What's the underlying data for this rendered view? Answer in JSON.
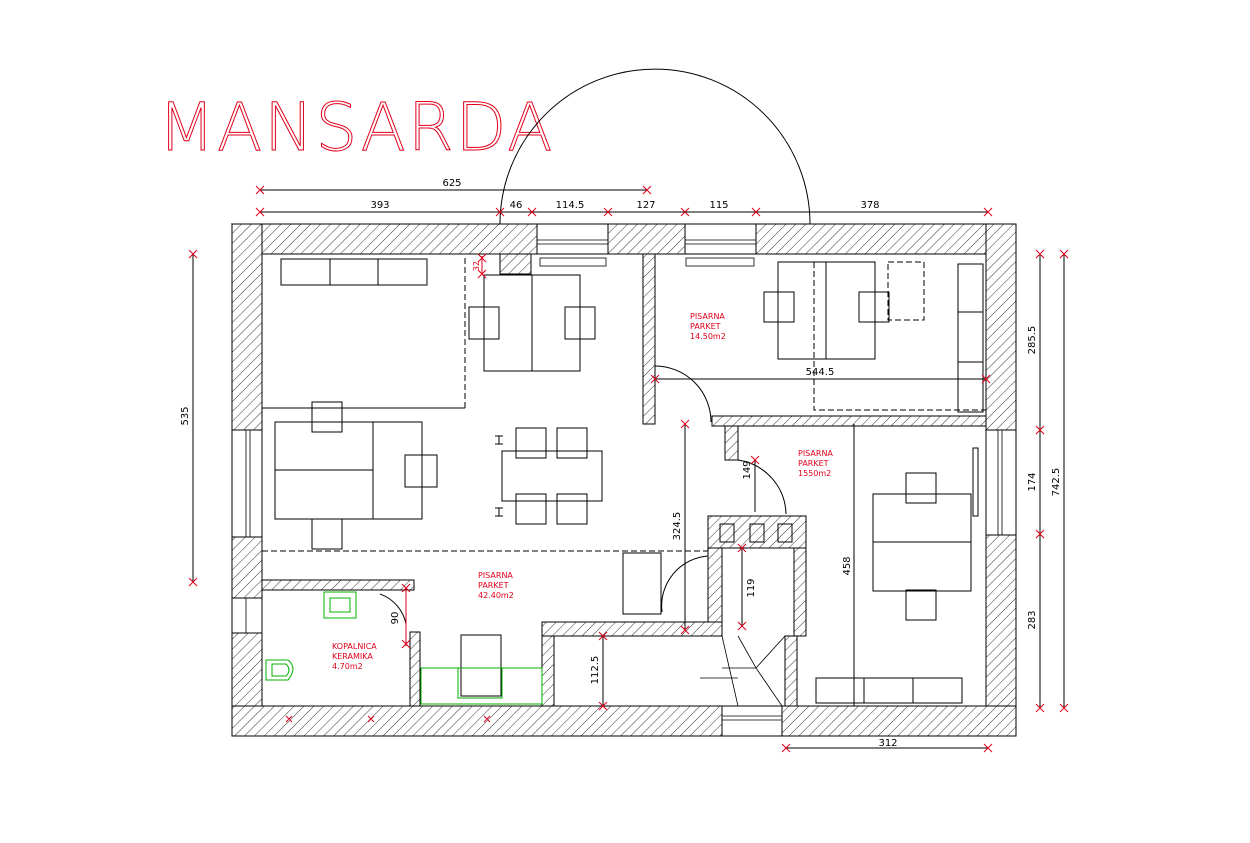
{
  "title": "MANSARDA",
  "dimensions": {
    "top_overall": "625",
    "top": [
      "393",
      "46",
      "114.5",
      "127",
      "115",
      "378"
    ],
    "left": "535",
    "right_upper": "285.5",
    "right_middle": "174",
    "right_lower": "283",
    "right_total": "742.5",
    "bottom": "312",
    "inner_544": "544.5",
    "door_149": "149",
    "inner_324": "324.5",
    "inner_458": "458",
    "inner_119": "119",
    "inner_112": "112.5",
    "door_90": "90",
    "small_32": "32"
  },
  "rooms": [
    {
      "name": "PISARNA",
      "floor": "PARKET",
      "area": "14.50m2"
    },
    {
      "name": "PISARNA",
      "floor": "PARKET",
      "area": "1550m2"
    },
    {
      "name": "PISARNA",
      "floor": "PARKET",
      "area": "42.40m2"
    },
    {
      "name": "KOPALNICA",
      "floor": "KERAMIKA",
      "area": "4.70m2"
    }
  ],
  "colors": {
    "line": "#000000",
    "annotation": "#e0001b",
    "sanitary": "#00b000"
  }
}
